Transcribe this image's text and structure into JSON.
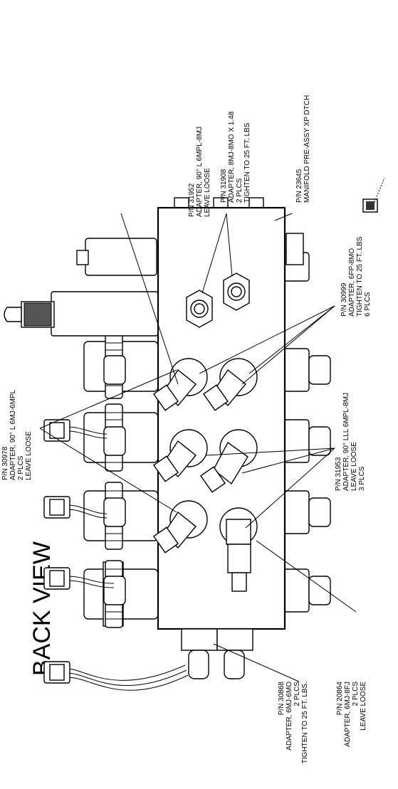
{
  "title": "BACK VIEW",
  "callouts": {
    "p30978": [
      "P/N 30978",
      "ADAPTER, 90° L 6MJ-6MPL",
      "2 PLCS",
      "LEAVE LOOSE"
    ],
    "p31952": [
      "P/N 31952",
      "ADAPTER, 90° L 6MPL-8MJ",
      "LEAVE LOOSE"
    ],
    "p31908": [
      "P/N 31908",
      "ADAPTER, 8MJ-8MO X 1.48",
      "2 PLCS",
      "TIGHTEN TO 25 FT. LBS"
    ],
    "p23645": [
      "P/N 23645",
      "MANIFOLD PRE-ASSY XP DTCH"
    ],
    "p30999": [
      "P/N 30999",
      "ADAPTER, 6FP-8MO",
      "TIGHTEN TO 25 FT. LBS",
      "6 PLCS"
    ],
    "p31953": [
      "P/N 31953",
      "ADAPTER, 90° LLL 6MPL-8MJ",
      "LEAVE LOOSE",
      "3 PLCS"
    ],
    "p20864": [
      "P/N 20864",
      "ADAPTER, 6MJ-8FJ",
      "2 PLCS",
      "LEAVE LOOSE"
    ],
    "p30868": [
      "P/N 30868",
      "ADAPTER, 6MJ-6MO",
      "2 PLCS",
      "TIGHTEN TO 25 FT. LBS."
    ]
  },
  "icons": [
    "solenoid-coil-icon",
    "fitting-icon",
    "connector-plug-icon",
    "hex-port-icon",
    "page-corner-icon"
  ]
}
